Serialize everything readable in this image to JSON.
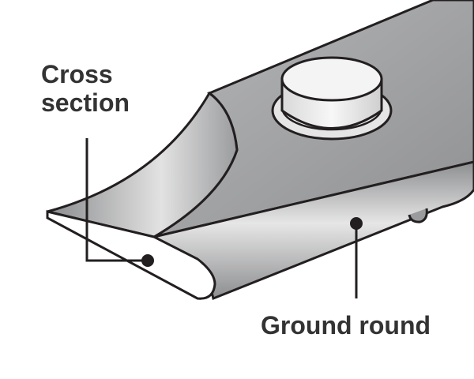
{
  "labels": {
    "cross_section_line1": "Cross",
    "cross_section_line2": "section",
    "ground_round": "Ground round"
  },
  "colors": {
    "outline": "#231f20",
    "body_gray": "#9a9b9d",
    "highlight": "#e8e8e8"
  }
}
